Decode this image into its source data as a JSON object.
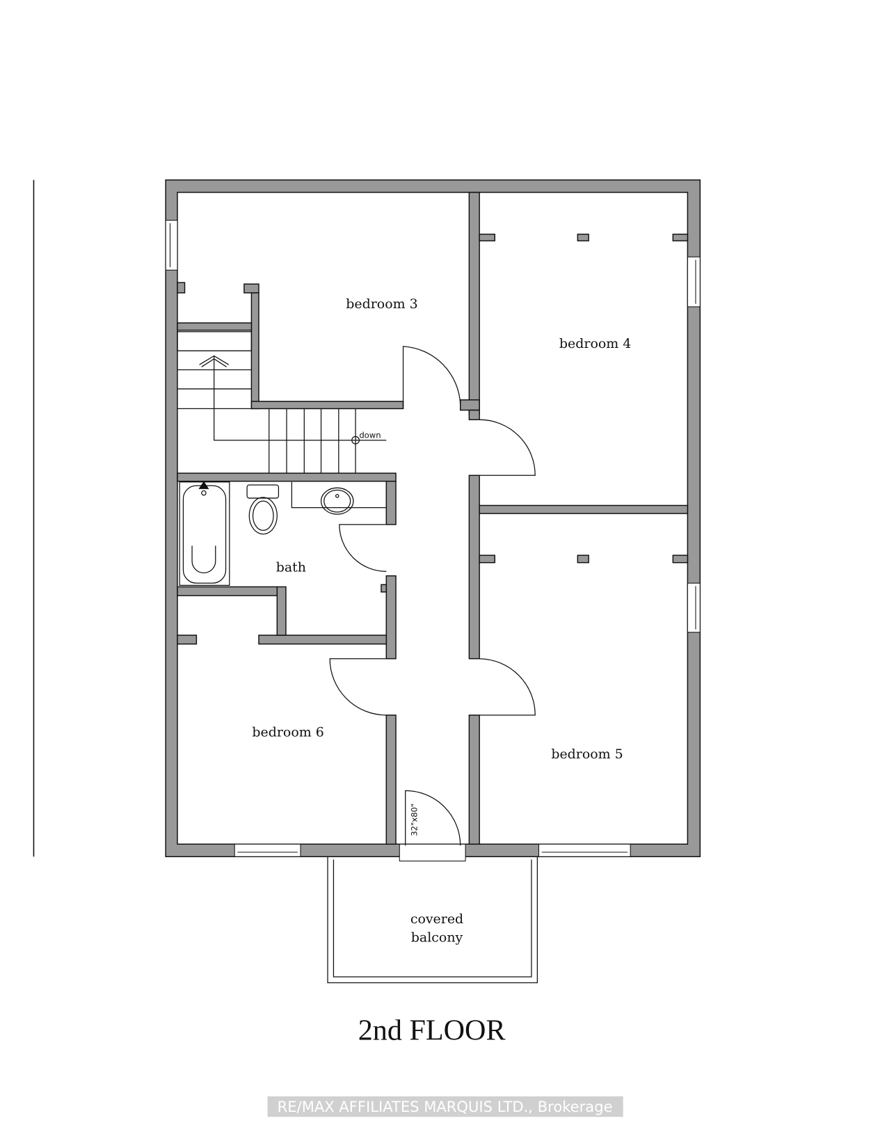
{
  "plan": {
    "title": "2nd FLOOR",
    "rooms": {
      "bedroom3": "bedroom 3",
      "bedroom4": "bedroom 4",
      "bedroom5": "bedroom 5",
      "bedroom6": "bedroom 6",
      "bath": "bath",
      "balcony_line1": "covered",
      "balcony_line2": "balcony"
    },
    "stair_label": "down",
    "door_size": "32\"x80\""
  },
  "watermark": "RE/MAX AFFILIATES MARQUIS LTD., Brokerage",
  "colors": {
    "wall": "#999999",
    "line": "#111111"
  }
}
